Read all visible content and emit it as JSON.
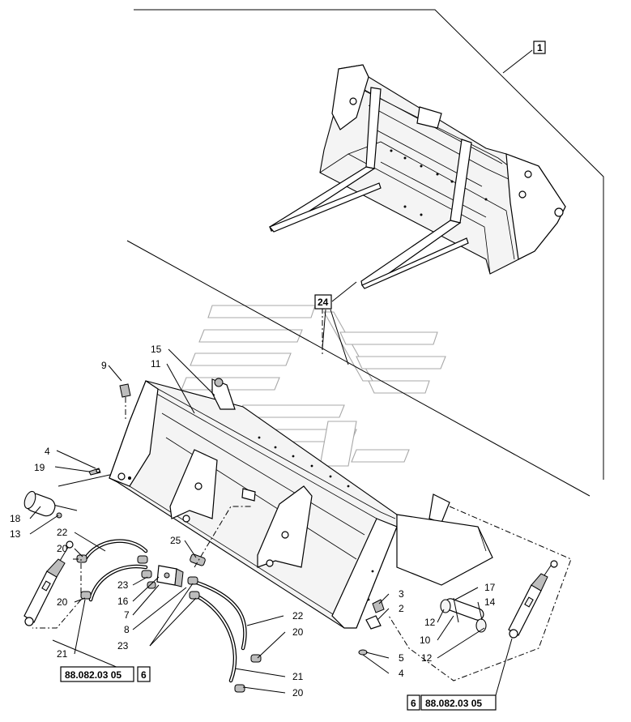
{
  "callouts": {
    "c1": "1",
    "c2": "2",
    "c3": "3",
    "c4a": "4",
    "c4b": "4",
    "c5": "5",
    "c6a": "6",
    "c6b": "6",
    "c7": "7",
    "c8": "8",
    "c9": "9",
    "c10": "10",
    "c11": "11",
    "c12a": "12",
    "c12b": "12",
    "c13": "13",
    "c14": "14",
    "c15": "15",
    "c16": "16",
    "c17": "17",
    "c18": "18",
    "c19": "19",
    "c20a": "20",
    "c20b": "20",
    "c20c": "20",
    "c20d": "20",
    "c21a": "21",
    "c21b": "21",
    "c22a": "22",
    "c22b": "22",
    "c23a": "23",
    "c23b": "23",
    "c24": "24",
    "c25": "25"
  },
  "references": {
    "left_ref": "88.082.03 05",
    "right_ref": "88.082.03 05"
  },
  "icons": [
    "pallet-fork-bucket-icon",
    "loader-bucket-icon",
    "hydraulic-cylinder-icon",
    "hose-icon",
    "watermark-logo-icon"
  ]
}
